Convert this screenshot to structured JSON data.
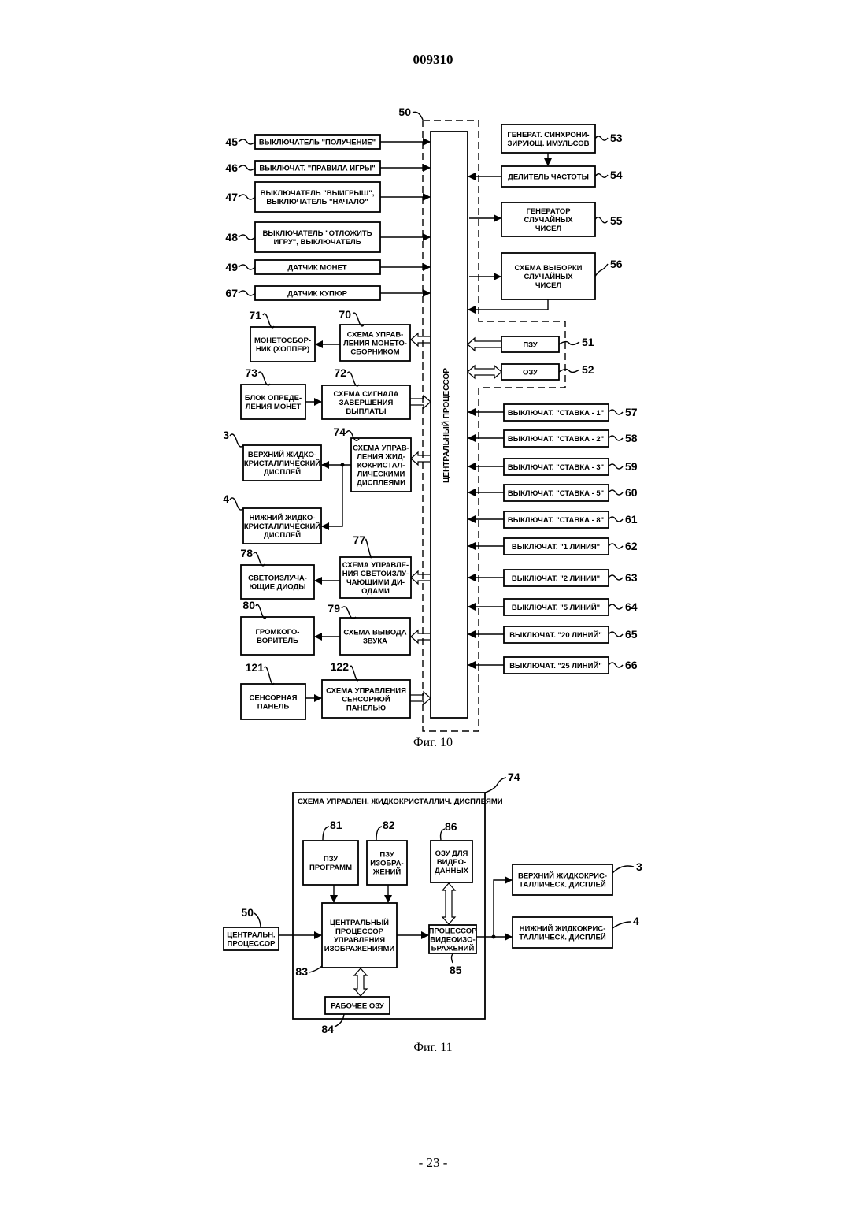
{
  "page_number_top": "009310",
  "page_number_bottom": "- 23 -",
  "fig10": {
    "caption": "Фиг. 10",
    "cpu_label": "ЦЕНТРАЛЬНЫЙ ПРОЦЕССОР",
    "cpu_num": "50",
    "left_inputs": [
      {
        "num": "45",
        "lines": [
          "ВЫКЛЮЧАТЕЛЬ \"ПОЛУЧЕНИЕ\""
        ]
      },
      {
        "num": "46",
        "lines": [
          "ВЫКЛЮЧАТ. \"ПРАВИЛА ИГРЫ\""
        ]
      },
      {
        "num": "47",
        "lines": [
          "ВЫКЛЮЧАТЕЛЬ \"ВЫИГРЫШ\",",
          "ВЫКЛЮЧАТЕЛЬ \"НАЧАЛО\""
        ]
      },
      {
        "num": "48",
        "lines": [
          "ВЫКЛЮЧАТЕЛЬ \"ОТЛОЖИТЬ",
          "ИГРУ\", ВЫКЛЮЧАТЕЛЬ"
        ]
      },
      {
        "num": "49",
        "lines": [
          "ДАТЧИК МОНЕТ"
        ]
      },
      {
        "num": "67",
        "lines": [
          "ДАТЧИК КУПЮР"
        ]
      }
    ],
    "left_blocks": [
      {
        "num": "70",
        "lines": [
          "СХЕМА УПРАВ-",
          "ЛЕНИЯ МОНЕТО-",
          "СБОРНИКОМ"
        ]
      },
      {
        "num": "71",
        "lines": [
          "МОНЕТОСБОР-",
          "НИК (ХОППЕР)"
        ]
      },
      {
        "num": "72",
        "lines": [
          "СХЕМА СИГНАЛА",
          "ЗАВЕРШЕНИЯ",
          "ВЫПЛАТЫ"
        ]
      },
      {
        "num": "73",
        "lines": [
          "БЛОК ОПРЕДЕ-",
          "ЛЕНИЯ МОНЕТ"
        ]
      },
      {
        "num": "74",
        "lines": [
          "СХЕМА УПРАВ-",
          "ЛЕНИЯ ЖИД-",
          "КОКРИСТАЛ-",
          "ЛИЧЕСКИМИ",
          "ДИСПЛЕЯМИ"
        ]
      },
      {
        "num": "3",
        "lines": [
          "ВЕРХНИЙ ЖИДКО-",
          "КРИСТАЛЛИЧЕСКИЙ",
          "ДИСПЛЕЙ"
        ]
      },
      {
        "num": "4",
        "lines": [
          "НИЖНИЙ ЖИДКО-",
          "КРИСТАЛЛИЧЕСКИЙ",
          "ДИСПЛЕЙ"
        ]
      },
      {
        "num": "77",
        "lines": [
          "СХЕМА УПРАВЛЕ-",
          "НИЯ СВЕТОИЗЛУ-",
          "ЧАЮЩИМИ ДИ-",
          "ОДАМИ"
        ]
      },
      {
        "num": "78",
        "lines": [
          "СВЕТОИЗЛУЧА-",
          "ЮЩИЕ ДИОДЫ"
        ]
      },
      {
        "num": "79",
        "lines": [
          "СХЕМА ВЫВОДА",
          "ЗВУКА"
        ]
      },
      {
        "num": "80",
        "lines": [
          "ГРОМКОГО-",
          "ВОРИТЕЛЬ"
        ]
      },
      {
        "num": "122",
        "lines": [
          "СХЕМА УПРАВЛЕНИЯ",
          "СЕНСОРНОЙ",
          "ПАНЕЛЬЮ"
        ]
      },
      {
        "num": "121",
        "lines": [
          "СЕНСОРНАЯ",
          "ПАНЕЛЬ"
        ]
      }
    ],
    "right_blocks": [
      {
        "num": "53",
        "lines": [
          "ГЕНЕРАТ. СИНХРОНИ-",
          "ЗИРУЮЩ. ИМУЛЬСОВ"
        ]
      },
      {
        "num": "54",
        "lines": [
          "ДЕЛИТЕЛЬ ЧАСТОТЫ"
        ]
      },
      {
        "num": "55",
        "lines": [
          "ГЕНЕРАТОР",
          "СЛУЧАЙНЫХ",
          "ЧИСЕЛ"
        ]
      },
      {
        "num": "56",
        "lines": [
          "СХЕМА ВЫБОРКИ",
          "СЛУЧАЙНЫХ",
          "ЧИСЕЛ"
        ]
      },
      {
        "num": "51",
        "lines": [
          "ПЗУ"
        ]
      },
      {
        "num": "52",
        "lines": [
          "ОЗУ"
        ]
      }
    ],
    "right_switches": [
      {
        "num": "57",
        "label": "ВЫКЛЮЧАТ. \"СТАВКА - 1\""
      },
      {
        "num": "58",
        "label": "ВЫКЛЮЧАТ. \"СТАВКА - 2\""
      },
      {
        "num": "59",
        "label": "ВЫКЛЮЧАТ. \"СТАВКА - 3\""
      },
      {
        "num": "60",
        "label": "ВЫКЛЮЧАТ. \"СТАВКА - 5\""
      },
      {
        "num": "61",
        "label": "ВЫКЛЮЧАТ. \"СТАВКА - 8\""
      },
      {
        "num": "62",
        "label": "ВЫКЛЮЧАТ. \"1 ЛИНИЯ\""
      },
      {
        "num": "63",
        "label": "ВЫКЛЮЧАТ. \"2 ЛИНИИ\""
      },
      {
        "num": "64",
        "label": "ВЫКЛЮЧАТ. \"5 ЛИНИЙ\""
      },
      {
        "num": "65",
        "label": "ВЫКЛЮЧАТ. \"20 ЛИНИЙ\""
      },
      {
        "num": "66",
        "label": "ВЫКЛЮЧАТ. \"25 ЛИНИЙ\""
      }
    ]
  },
  "fig11": {
    "caption": "Фиг. 11",
    "outer_num": "74",
    "outer_label": "СХЕМА УПРАВЛЕН. ЖИДКОКРИСТАЛЛИЧ. ДИСПЛЕЯМИ",
    "cpu_in": {
      "num": "50",
      "lines": [
        "ЦЕНТРАЛЬН.",
        "ПРОЦЕССОР"
      ]
    },
    "rom_prog": {
      "num": "81",
      "lines": [
        "ПЗУ",
        "ПРОГРАММ"
      ]
    },
    "rom_img": {
      "num": "82",
      "lines": [
        "ПЗУ",
        "ИЗОБРА-",
        "ЖЕНИЙ"
      ]
    },
    "vram": {
      "num": "86",
      "lines": [
        "ОЗУ ДЛЯ",
        "ВИДЕО-",
        "ДАННЫХ"
      ]
    },
    "gcpu": {
      "num": "83",
      "lines": [
        "ЦЕНТРАЛЬНЫЙ",
        "ПРОЦЕССОР",
        "УПРАВЛЕНИЯ",
        "ИЗОБРАЖЕНИЯМИ"
      ]
    },
    "vproc": {
      "num": "85",
      "lines": [
        "ПРОЦЕССОР",
        "ВИДЕОИЗО-",
        "БРАЖЕНИЙ"
      ]
    },
    "wram": {
      "num": "84",
      "lines": [
        "РАБОЧЕЕ ОЗУ"
      ]
    },
    "upper": {
      "num": "3",
      "lines": [
        "ВЕРХНИЙ ЖИДКОКРИС-",
        "ТАЛЛИЧЕСК. ДИСПЛЕЙ"
      ]
    },
    "lower": {
      "num": "4",
      "lines": [
        "НИЖНИЙ ЖИДКОКРИС-",
        "ТАЛЛИЧЕСК. ДИСПЛЕЙ"
      ]
    }
  }
}
